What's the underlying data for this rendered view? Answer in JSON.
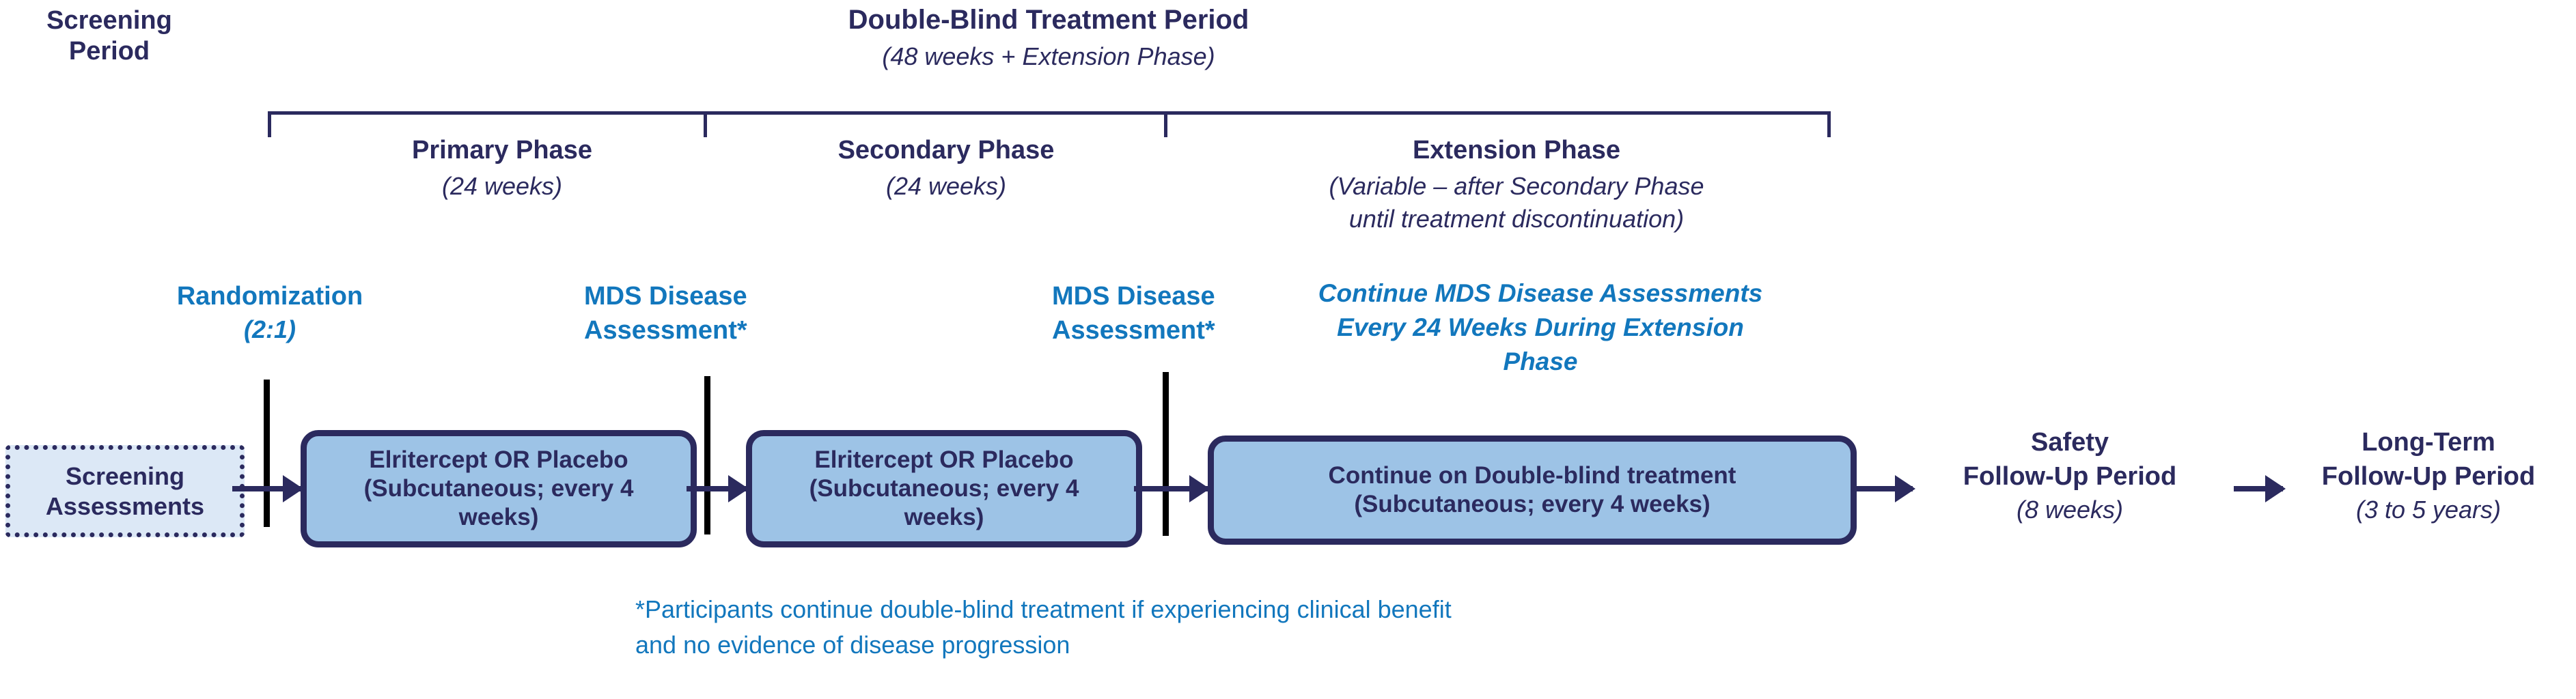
{
  "diagram": {
    "title": "Clinical trial study design schematic",
    "colors": {
      "navy": "#2b2a5e",
      "blue": "#1277bd",
      "box_fill": "#9dc3e6",
      "screening_fill": "#dce8f6",
      "milestone_bar": "#000000"
    },
    "periods": {
      "screening": {
        "line1": "Screening",
        "line2": "Period"
      },
      "double_blind": {
        "title": "Double-Blind Treatment Period",
        "subtitle": "(48 weeks + Extension Phase)"
      }
    },
    "phases": [
      {
        "name": "Primary Phase",
        "duration": "(24 weeks)",
        "duration2": ""
      },
      {
        "name": "Secondary Phase",
        "duration": "(24 weeks)",
        "duration2": ""
      },
      {
        "name": "Extension Phase",
        "duration": "(Variable – after Secondary Phase",
        "duration2": "until treatment discontinuation)"
      }
    ],
    "milestones": [
      {
        "line1": "Randomization",
        "line2": "(2:1)",
        "italic2": true
      },
      {
        "line1": "MDS Disease",
        "line2": "Assessment*",
        "italic2": false
      },
      {
        "line1": "MDS Disease",
        "line2": "Assessment*",
        "italic2": false
      }
    ],
    "extension_note": {
      "line1": "Continue MDS Disease Assessments",
      "line2": "Every 24 Weeks During Extension",
      "line3": "Phase"
    },
    "boxes": [
      {
        "id": "screening-assessments",
        "lines": [
          "Screening",
          "Assessments"
        ]
      },
      {
        "id": "primary-treatment",
        "lines": [
          "Elritercept OR Placebo",
          "(Subcutaneous; every 4",
          "weeks)"
        ]
      },
      {
        "id": "secondary-treatment",
        "lines": [
          "Elritercept OR Placebo",
          "(Subcutaneous; every 4",
          "weeks)"
        ]
      },
      {
        "id": "extension-treatment",
        "lines": [
          "Continue on Double-blind treatment",
          "(Subcutaneous; every 4 weeks)"
        ]
      }
    ],
    "followups": [
      {
        "id": "safety-followup",
        "line1": "Safety",
        "line2": "Follow-Up Period",
        "duration": "(8 weeks)"
      },
      {
        "id": "long-term-followup",
        "line1": "Long-Term",
        "line2": "Follow-Up Period",
        "duration": "(3 to 5 years)"
      }
    ],
    "footnote": {
      "line1": "*Participants continue double-blind treatment if experiencing clinical benefit",
      "line2": "and no evidence of disease progression"
    }
  }
}
